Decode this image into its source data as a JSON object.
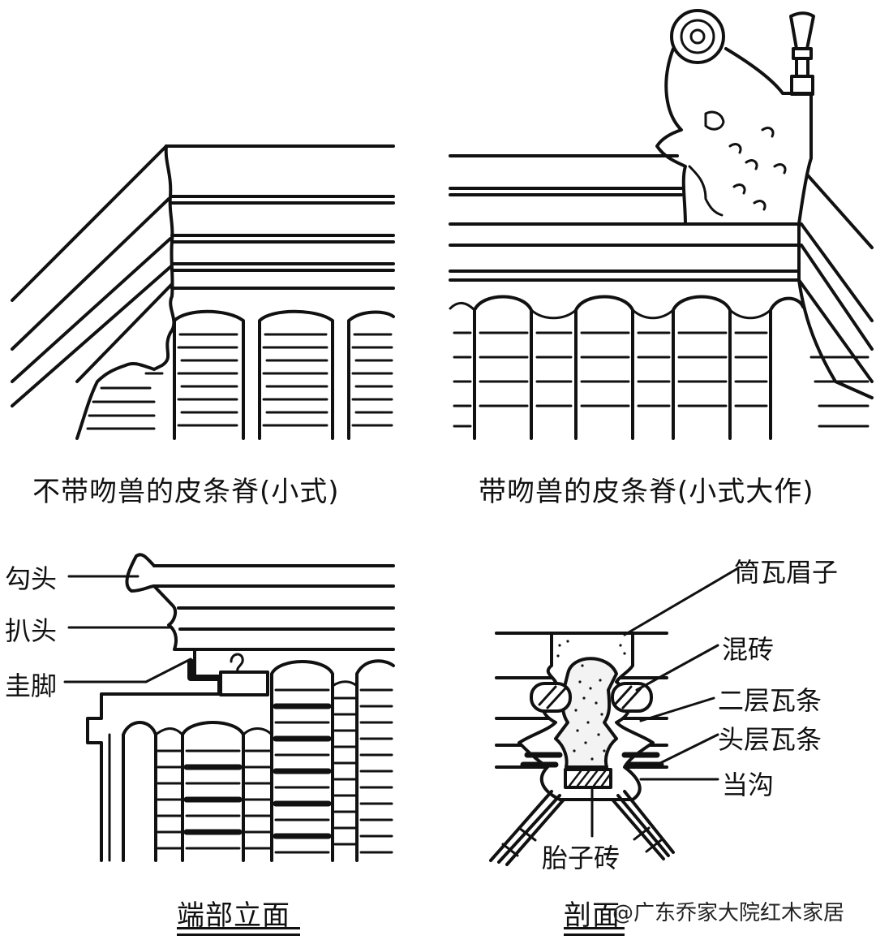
{
  "captions": {
    "top_left": "不带吻兽的皮条脊(小式)",
    "top_right": "带吻兽的皮条脊(小式大作)",
    "bottom_left": "端部立面",
    "bottom_right": "剖面"
  },
  "labels": {
    "goutou": "勾头",
    "patou": "扒头",
    "guijiao": "圭脚",
    "tongwa_meizi": "筒瓦眉子",
    "hunzhuan": "混砖",
    "erceng_watiao": "二层瓦条",
    "touceng_watiao": "头层瓦条",
    "danggou": "当沟",
    "taizizhuan": "胎子砖"
  },
  "watermark": "@广东乔家大院红木家居"
}
